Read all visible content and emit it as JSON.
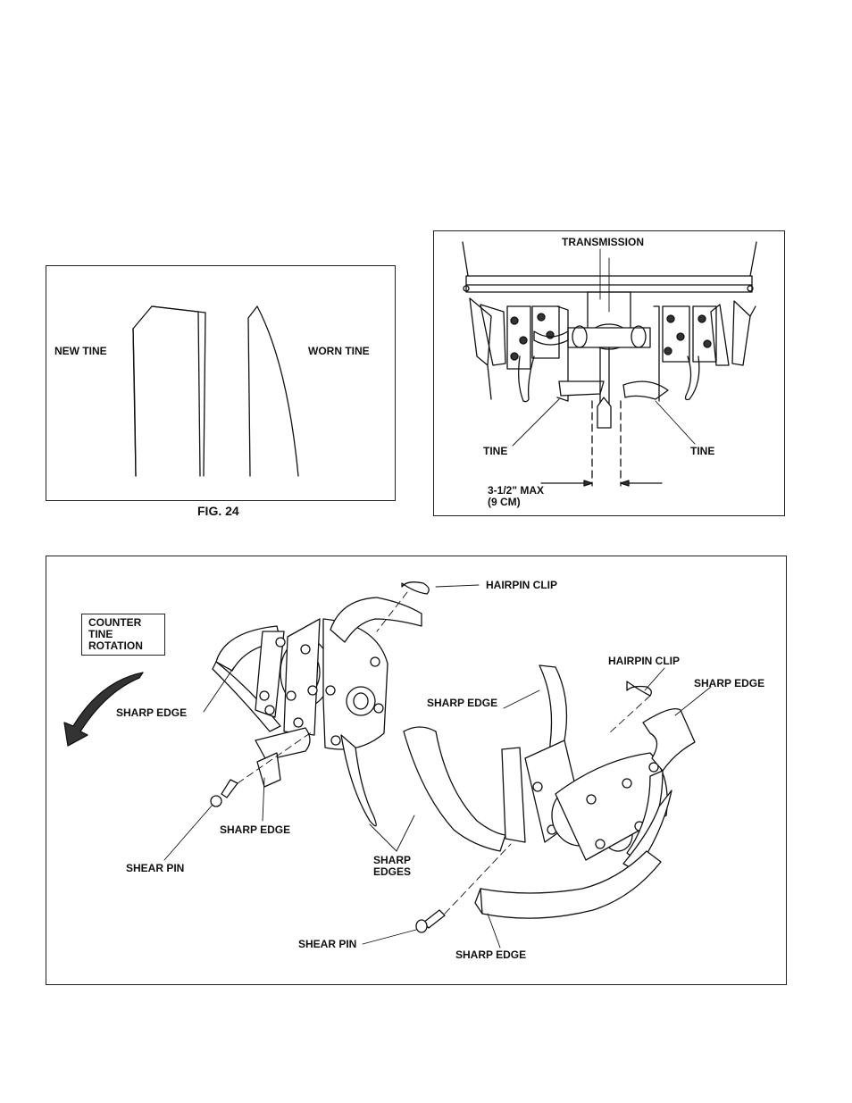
{
  "fig24": {
    "new_tine_label": "NEW TINE",
    "worn_tine_label": "WORN TINE",
    "caption": "FIG. 24"
  },
  "transmission_panel": {
    "transmission_label": "TRANSMISSION",
    "tine_left_label": "TINE",
    "tine_right_label": "TINE",
    "max_gap_line1": "3-1/2\" MAX",
    "max_gap_line2": "(9 CM)"
  },
  "tine_assembly": {
    "rotation_box": [
      "COUNTER",
      "TINE",
      "ROTATION"
    ],
    "hairpin_clip_left": "HAIRPIN CLIP",
    "hairpin_clip_right": "HAIRPIN CLIP",
    "sharp_edge_top_right": "SHARP EDGE",
    "sharp_edge_left": "SHARP EDGE",
    "sharp_edge_center": "SHARP EDGE",
    "sharp_edge_lower_left": "SHARP EDGE",
    "sharp_edges_line1": "SHARP",
    "sharp_edges_line2": "EDGES",
    "shear_pin_left": "SHEAR PIN",
    "shear_pin_bottom": "SHEAR PIN",
    "sharp_edge_bottom": "SHARP EDGE"
  }
}
